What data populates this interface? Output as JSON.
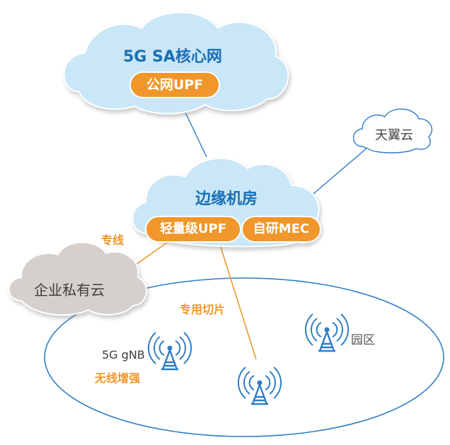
{
  "core_cloud": {
    "title": "5G SA核心网",
    "pill": "公网UPF"
  },
  "tianyi_cloud": {
    "label": "天翼云"
  },
  "edge_cloud": {
    "title": "边缘机房",
    "pill_upf": "轻量级UPF",
    "pill_mec": "自研MEC"
  },
  "private_cloud": {
    "label": "企业私有云"
  },
  "links": {
    "dedicated_line": "专线",
    "dedicated_slice": "专用切片"
  },
  "campus": {
    "label": "园区",
    "gnb_label": "5G gNB",
    "wireless_label": "无线增强"
  },
  "colors": {
    "cloud_fill": "#c9e7f7",
    "accent_orange": "#f0962a",
    "line_blue": "#2f7dc4",
    "text_blue": "#1a6fb5",
    "gray_cloud": "#d6d0cc"
  },
  "icons": [
    "cell-tower-icon"
  ]
}
